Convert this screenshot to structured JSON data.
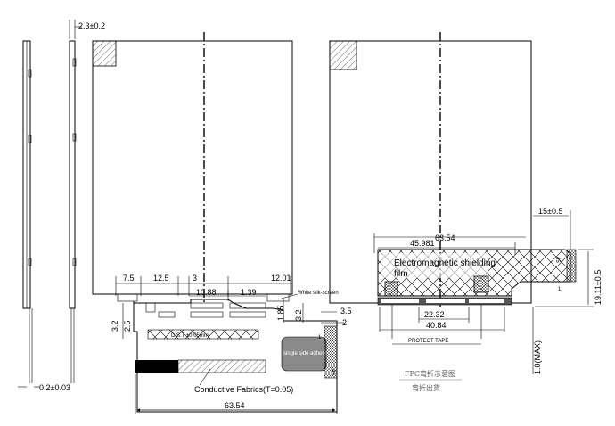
{
  "side_view": {
    "thickness_label": "2.3±0.2",
    "fpc_thickness_label": "0.2±0.03"
  },
  "front_view": {
    "dims_top": {
      "d1": "7.5",
      "d2": "12.5",
      "d3": "3",
      "d4": "12.01"
    },
    "dims_mid": {
      "d1": "10.88",
      "d2": "1.39"
    },
    "white_silk_label": "White silk-screen",
    "dims_left": {
      "d1": "3.2",
      "d2": "2.5"
    },
    "dims_right": {
      "d1": "1.85",
      "d2": "3.2",
      "d3": "3.5",
      "d4": "2"
    },
    "dst_label": "D.S.T ±0.05mm",
    "single_side_label": "single side adhesive",
    "fold_label": "45",
    "fold_num": "1",
    "conductive_label": "Conductive Fabrics(T=0.05)",
    "width_label": "63.54"
  },
  "rear_view": {
    "width_label": "63.54",
    "offset_label": "15±0.5",
    "shield_width_label": "45.981",
    "shield_label_line1": "Electromagnetic shielding",
    "shield_label_line2": "film",
    "height_label": "19.11±0.5",
    "tape_width1": "22.32",
    "tape_width2": "40.84",
    "protect_tape_label": "PROTECT TAPE",
    "max_label": "1.0(MAX)",
    "fold_label": "45",
    "fold_num": "1"
  },
  "notes": {
    "fpc_fold_title": "FPC弯折示意图",
    "fold_note": "弯折出货"
  }
}
